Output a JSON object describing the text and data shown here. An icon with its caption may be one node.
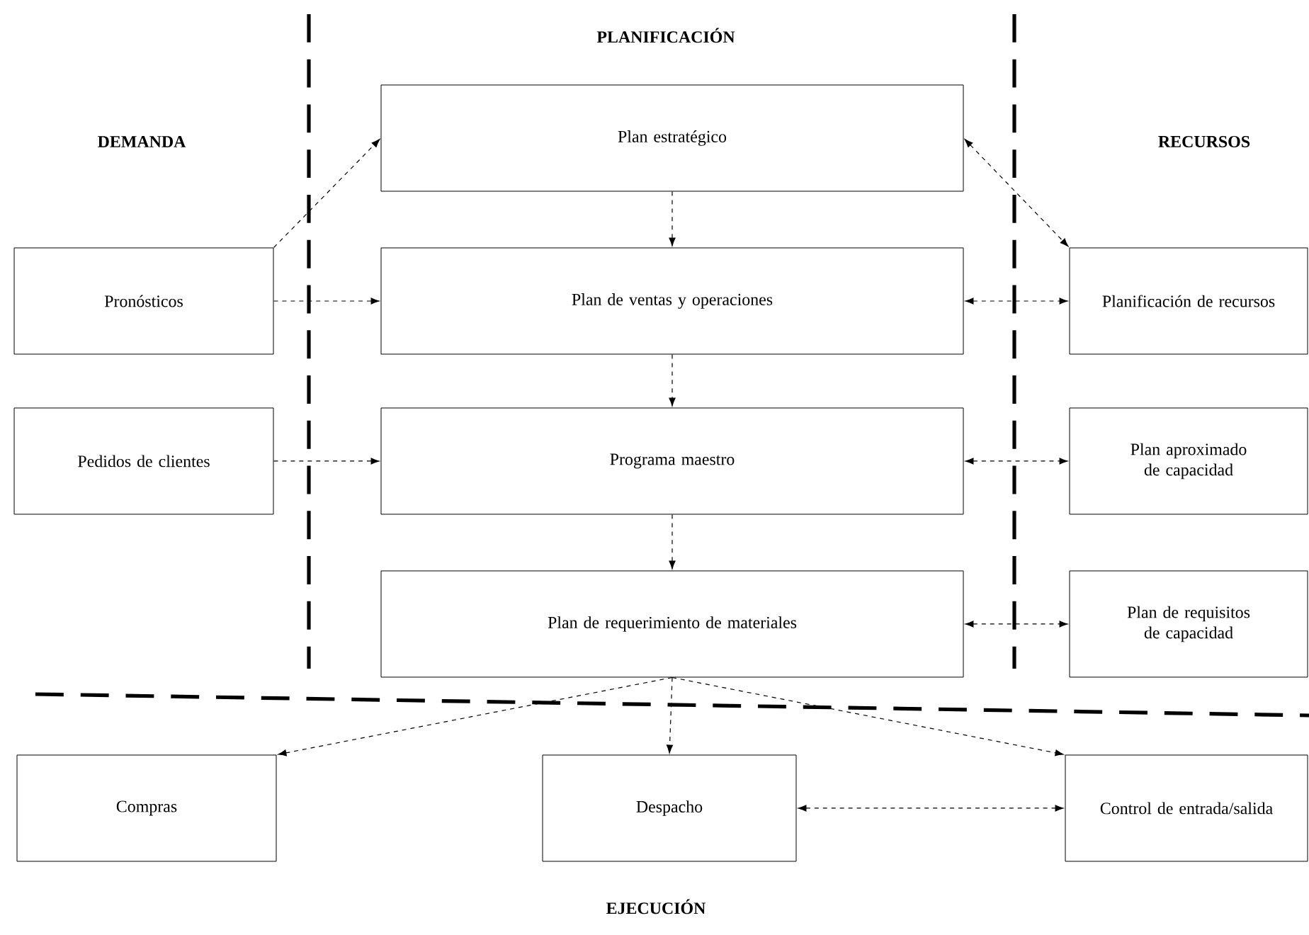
{
  "diagram": {
    "nodes": [
      {
        "text": [
          "Plan estratégico"
        ]
      },
      {
        "text": [
          "Plan de ventas y operaciones"
        ]
      },
      {
        "text": [
          "Programa maestro"
        ]
      },
      {
        "text": [
          "Plan de requerimiento de materiales"
        ]
      },
      {
        "text": [
          "Pronósticos"
        ]
      },
      {
        "text": [
          "Pedidos de clientes"
        ]
      },
      {
        "text": [
          "Planificación de recursos"
        ]
      },
      {
        "text": [
          "Plan aproximado de capacidad"
        ]
      },
      {
        "text": [
          "Plan de requisitos de capacidad"
        ]
      },
      {
        "text": [
          "Compras"
        ]
      },
      {
        "text": [
          "Despacho"
        ]
      },
      {
        "text": [
          "Control de entrada/salida"
        ]
      }
    ],
    "edges": [
      {
        "from": 4,
        "to": 0,
        "arrow": "to",
        "style": "dashed"
      },
      {
        "from": 0,
        "to": 1,
        "arrow": "to",
        "style": "dashed"
      },
      {
        "from": 1,
        "to": 2,
        "arrow": "to",
        "style": "dashed"
      },
      {
        "from": 2,
        "to": 3,
        "arrow": "to",
        "style": "dashed"
      },
      {
        "from": 4,
        "to": 1,
        "arrow": "to",
        "style": "dashed"
      },
      {
        "from": 5,
        "to": 2,
        "arrow": "to",
        "style": "dashed"
      },
      {
        "from": 0,
        "to": 6,
        "arrow": "both",
        "style": "dashed"
      },
      {
        "from": 1,
        "to": 6,
        "arrow": "both",
        "style": "dashed"
      },
      {
        "from": 2,
        "to": 7,
        "arrow": "both",
        "style": "dashed"
      },
      {
        "from": 3,
        "to": 8,
        "arrow": "both",
        "style": "dashed"
      },
      {
        "from": 3,
        "to": 9,
        "arrow": "to",
        "style": "dashed"
      },
      {
        "from": 3,
        "to": 10,
        "arrow": "to",
        "style": "dashed"
      },
      {
        "from": 3,
        "to": 11,
        "arrow": "to",
        "style": "dashed"
      },
      {
        "from": 10,
        "to": 11,
        "arrow": "both",
        "style": "dashed"
      }
    ],
    "labels": [
      "PLANIFICACIÓN",
      "DEMANDA",
      "RECURSOS",
      "EJECUCIÓN"
    ]
  }
}
